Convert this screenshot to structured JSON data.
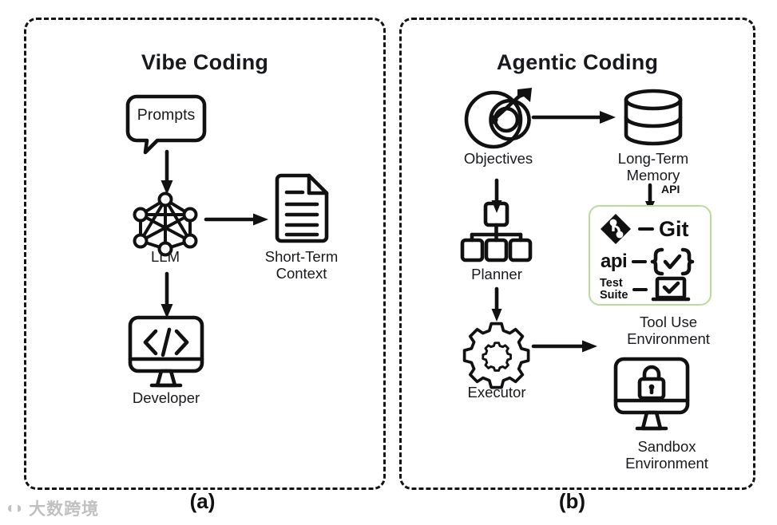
{
  "figure": {
    "panels": [
      {
        "id": "a",
        "caption": "(a)",
        "title": "Vibe Coding",
        "nodes": [
          {
            "name": "prompts",
            "label": "Prompts",
            "icon": "speech-bubble-icon"
          },
          {
            "name": "llm",
            "label": "LLM",
            "icon": "neural-network-icon"
          },
          {
            "name": "short-term-context",
            "label": "Short-Term\nContext",
            "icon": "document-icon"
          },
          {
            "name": "developer",
            "label": "Developer",
            "icon": "monitor-code-icon"
          }
        ],
        "edges": [
          {
            "from": "prompts",
            "to": "llm",
            "direction": "down"
          },
          {
            "from": "llm",
            "to": "short-term-context",
            "direction": "right"
          },
          {
            "from": "llm",
            "to": "developer",
            "direction": "down"
          }
        ]
      },
      {
        "id": "b",
        "caption": "(b)",
        "title": "Agentic Coding",
        "nodes": [
          {
            "name": "objectives",
            "label": "Objectives",
            "icon": "target-dart-icon"
          },
          {
            "name": "long-term-memory",
            "label": "Long-Term\nMemory",
            "icon": "database-icon"
          },
          {
            "name": "planner",
            "label": "Planner",
            "icon": "org-tree-icon"
          },
          {
            "name": "executor",
            "label": "Executor",
            "icon": "gear-icon"
          },
          {
            "name": "tool-use-environment",
            "label": "Tool Use\nEnvironment",
            "icon": "none"
          },
          {
            "name": "sandbox-environment",
            "label": "Sandbox\nEnvironment",
            "icon": "monitor-lock-icon"
          }
        ],
        "edges": [
          {
            "from": "objectives",
            "to": "long-term-memory",
            "direction": "right"
          },
          {
            "from": "objectives",
            "to": "planner",
            "direction": "down"
          },
          {
            "from": "planner",
            "to": "executor",
            "direction": "down"
          },
          {
            "from": "executor",
            "to": "tool-use-environment",
            "direction": "right"
          },
          {
            "from": "long-term-memory",
            "to": "tool-box",
            "direction": "down",
            "label": "API"
          }
        ],
        "api_edge_label": "API",
        "tool_box": {
          "border_color": "#b7dd9b",
          "rows": [
            {
              "name": "git",
              "left": "git-icon",
              "connector": "—",
              "right": "Git"
            },
            {
              "name": "api",
              "left": "api",
              "connector": "—",
              "right": "{checkmark-brace-icon}"
            },
            {
              "name": "test-suite",
              "left": "Test\nSuite",
              "connector": "—",
              "right": "laptop-check-icon"
            }
          ]
        }
      }
    ]
  },
  "watermark": {
    "logo": "◖◗",
    "text": "大数跨境"
  },
  "colors": {
    "stroke": "#111111",
    "panel_border": "#141414",
    "tool_box_border": "#b7dd9b",
    "background": "#ffffff"
  }
}
